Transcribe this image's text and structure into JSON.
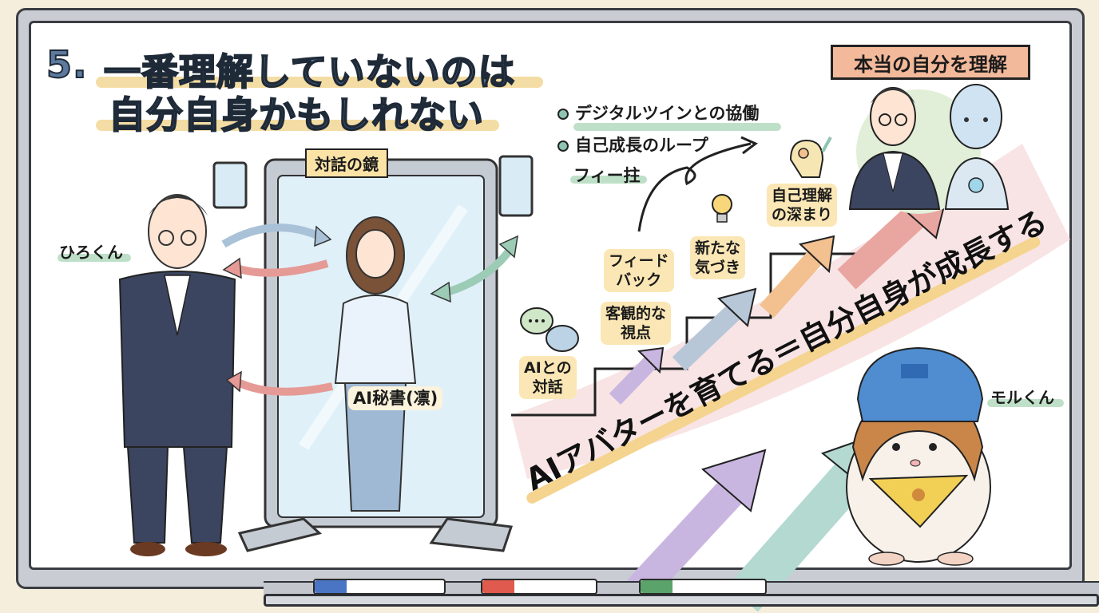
{
  "title": {
    "number": "5.",
    "line1": "一番理解していないのは",
    "line2": "自分自身かもしれない"
  },
  "left_scene": {
    "person_label": "ひろくん",
    "mirror_label": "対話の鏡",
    "ai_label": "AI秘書(凛)"
  },
  "bullets": [
    {
      "text": "デジタルツインとの協働"
    },
    {
      "text": "自己成長のループ"
    },
    {
      "text": "フィー拄"
    }
  ],
  "banner": {
    "text": "本当の自分を理解"
  },
  "steps": [
    {
      "text_line1": "AIとの",
      "text_line2": "対話",
      "arrow_color": "#c9b6e0"
    },
    {
      "text_line1": "客観的な",
      "text_line2": "視点",
      "arrow_color": "#b7c7d8"
    },
    {
      "text_line1": "フィード",
      "text_line2": "バック",
      "arrow_color": "#f3c08f"
    },
    {
      "text_line1": "新たな",
      "text_line2": "気づき",
      "arrow_color": "#e9a5a0"
    },
    {
      "text_line1": "自己理解",
      "text_line2": "の深まり",
      "arrow_color": "#e9a5a0"
    }
  ],
  "diagonal_slogan": "AIアバターを育てる＝自分自身が成長する",
  "mascot": {
    "label": "モルくん"
  },
  "icons": {
    "chat": "chat-bubbles-icon",
    "bulb": "lightbulb-icon",
    "gear": "gear-head-icon"
  },
  "markers": [
    {
      "color": "#4a74c4"
    },
    {
      "color": "#e05a4e"
    },
    {
      "color": "#5aa36a"
    }
  ],
  "colors": {
    "title_fill": "#5d7a9e",
    "highlight_yellow": "#f3d99a",
    "highlight_green": "#bfe0c8",
    "sticky": "#fbe7b5",
    "banner": "#f2b99a"
  }
}
